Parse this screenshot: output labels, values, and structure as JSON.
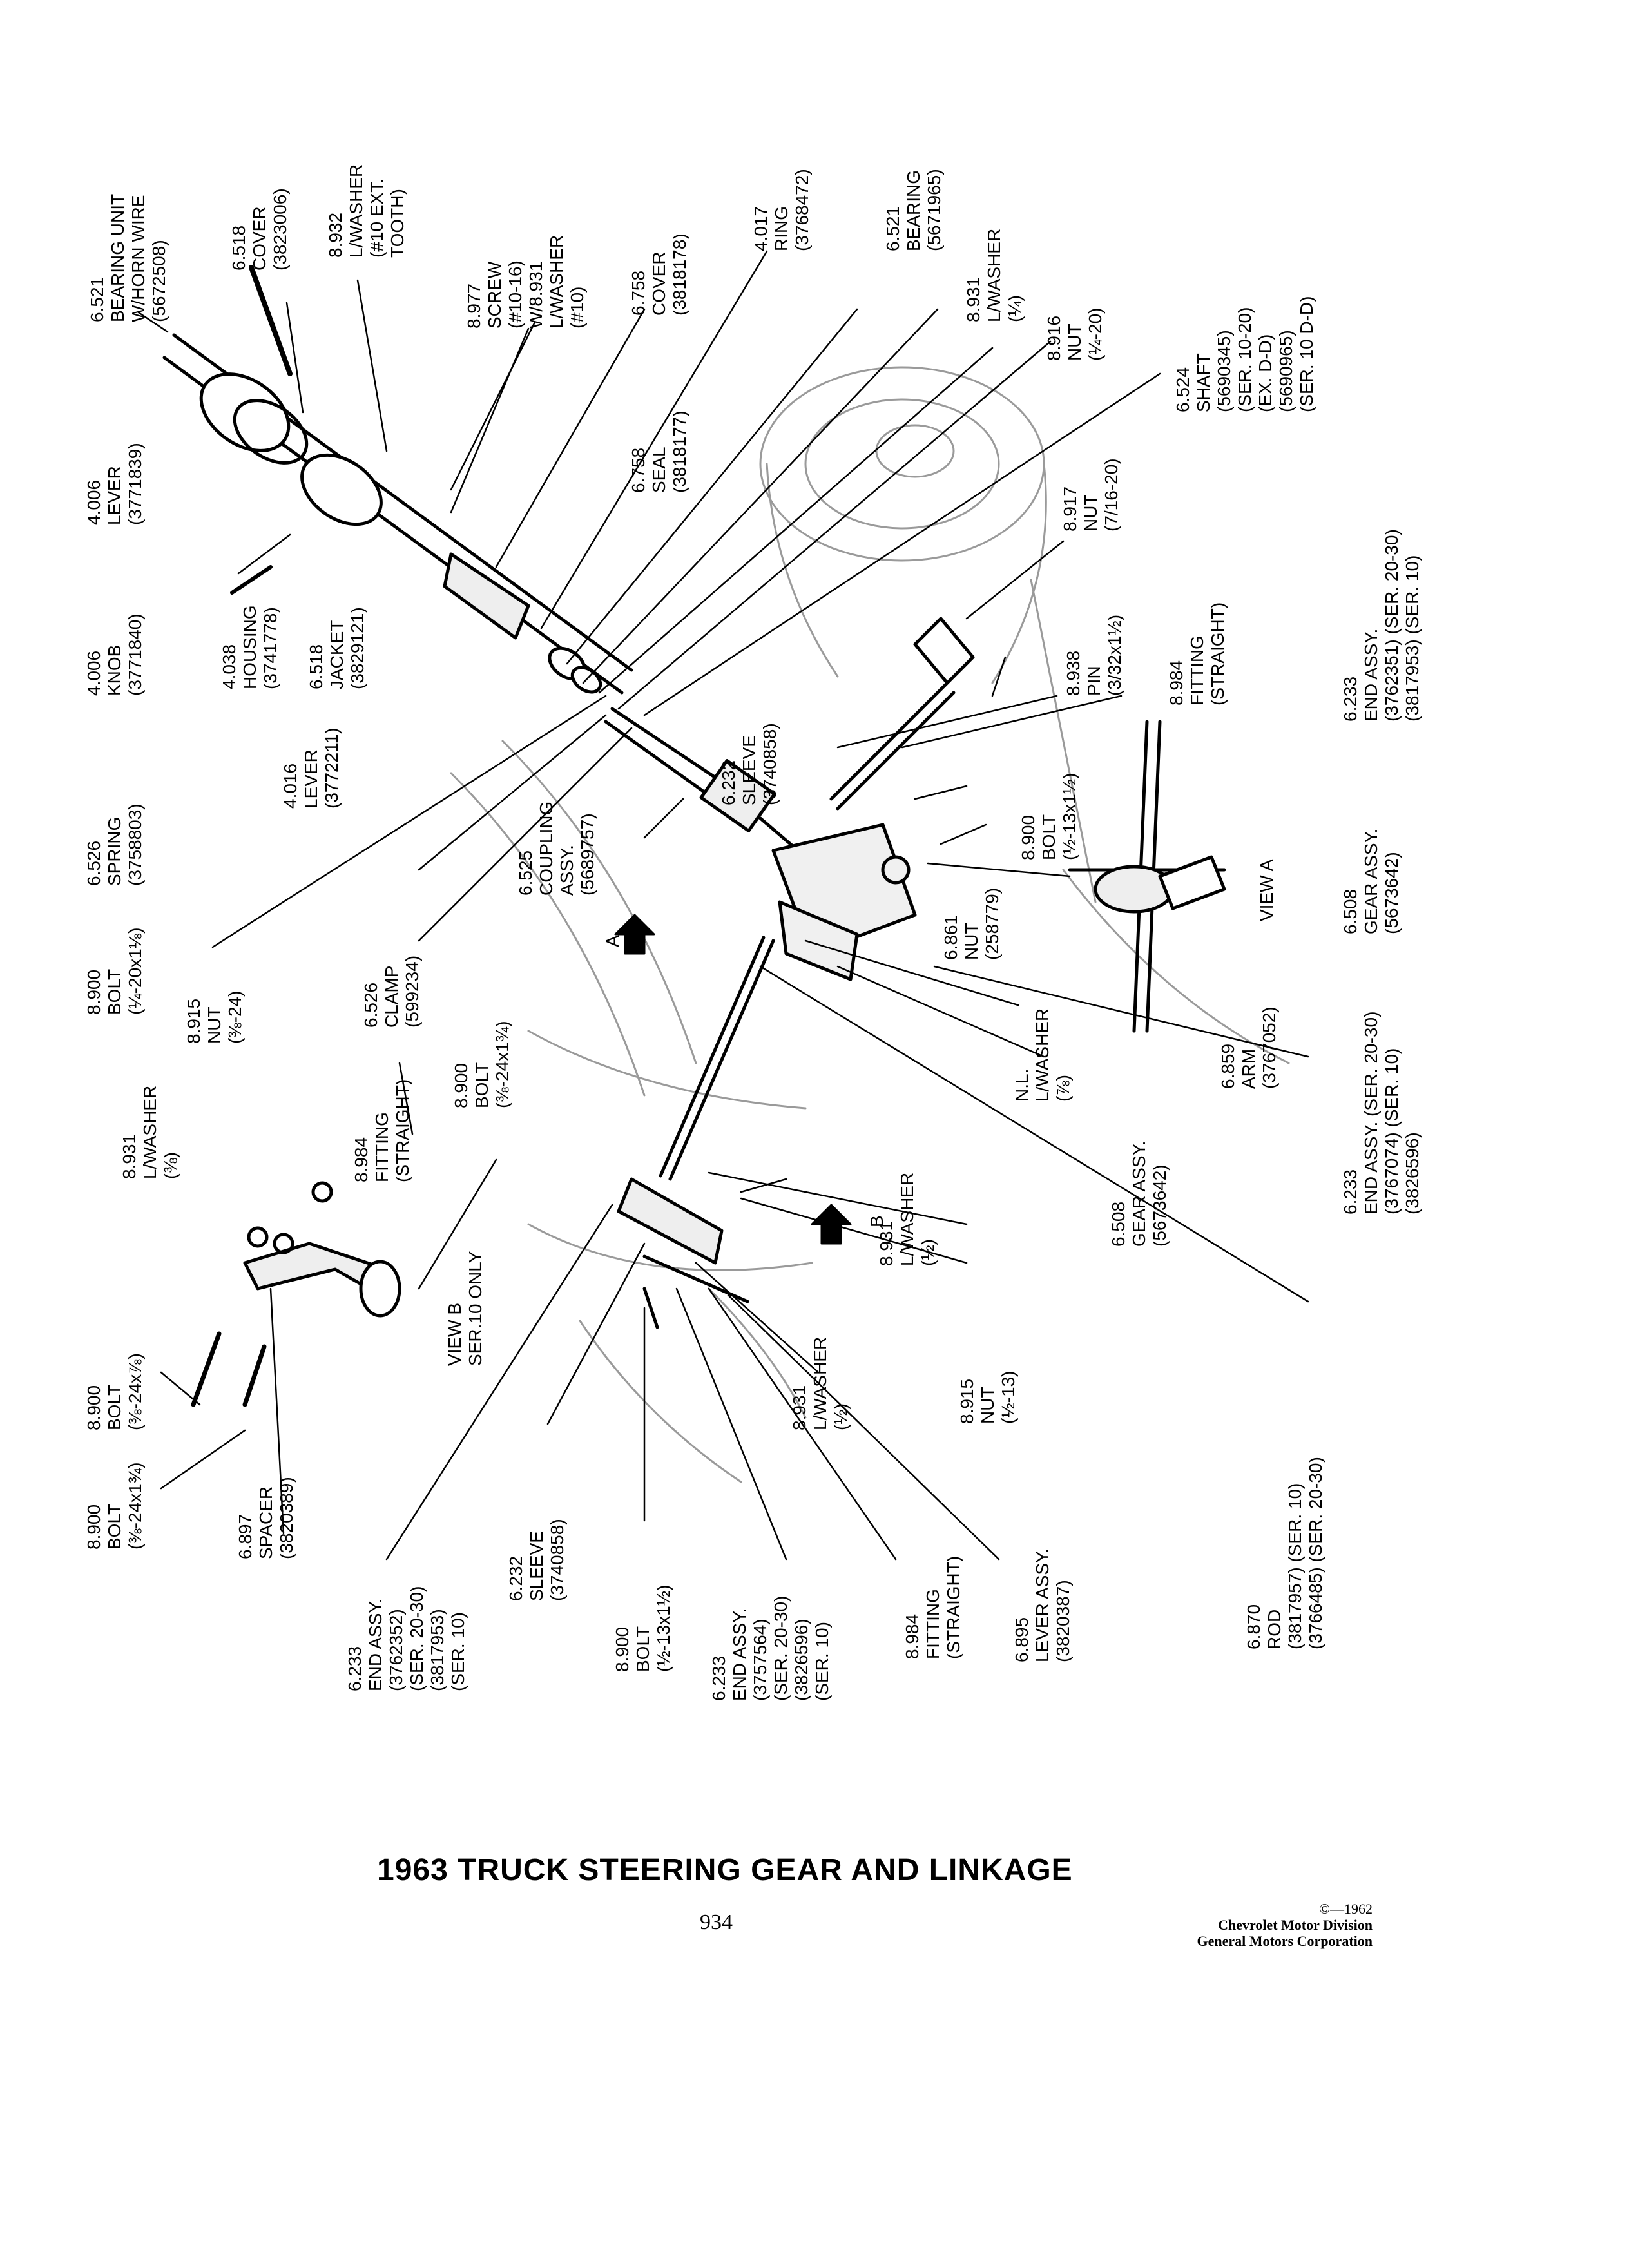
{
  "title": "1963 TRUCK STEERING GEAR AND LINKAGE",
  "page_number": "934",
  "credit": {
    "copyright": "©—1962",
    "division": "Chevrolet Motor Division",
    "corporation": "General Motors Corporation"
  },
  "arrows": {
    "view_a_letter": "A",
    "view_b_letter": "B"
  },
  "callouts": [
    {
      "id": "c01",
      "lines": [
        "6.521",
        "BEARING UNIT",
        "W/HORN WIRE",
        "(5672508)"
      ]
    },
    {
      "id": "c02",
      "lines": [
        "6.518",
        "COVER",
        "(3823006)"
      ]
    },
    {
      "id": "c03",
      "lines": [
        "8.932",
        "L/WASHER",
        "(#10 EXT.",
        "TOOTH)"
      ]
    },
    {
      "id": "c04",
      "lines": [
        "8.977",
        "SCREW",
        "(#10-16)",
        "W/8.931",
        "L/WASHER",
        "(#10)"
      ]
    },
    {
      "id": "c05",
      "lines": [
        "6.758",
        "COVER",
        "(3818178)"
      ]
    },
    {
      "id": "c06",
      "lines": [
        "6.758",
        "SEAL",
        "(3818177)"
      ]
    },
    {
      "id": "c07",
      "lines": [
        "4.017",
        "RING",
        "(3768472)"
      ]
    },
    {
      "id": "c08",
      "lines": [
        "6.521",
        "BEARING",
        "(5671965)"
      ]
    },
    {
      "id": "c09",
      "lines": [
        "8.931",
        "L/WASHER",
        "(¼)"
      ]
    },
    {
      "id": "c10",
      "lines": [
        "8.916",
        "NUT",
        "(¼-20)"
      ]
    },
    {
      "id": "c11",
      "lines": [
        "6.524",
        "SHAFT",
        "(5690345)",
        "(SER. 10-20)",
        "(EX. D-D)",
        "(5690965)",
        "(SER. 10 D-D)"
      ]
    },
    {
      "id": "c12",
      "lines": [
        "4.006",
        "LEVER",
        "(3771839)"
      ]
    },
    {
      "id": "c13",
      "lines": [
        "4.006",
        "KNOB",
        "(3771840)"
      ]
    },
    {
      "id": "c14",
      "lines": [
        "4.038",
        "HOUSING",
        "(3741778)"
      ]
    },
    {
      "id": "c15",
      "lines": [
        "6.518",
        "JACKET",
        "(3829121)"
      ]
    },
    {
      "id": "c16",
      "lines": [
        "4.016",
        "LEVER",
        "(3772211)"
      ]
    },
    {
      "id": "c17",
      "lines": [
        "6.526",
        "SPRING",
        "(3758803)"
      ]
    },
    {
      "id": "c18",
      "lines": [
        "8.900",
        "BOLT",
        "(¼-20x1⅛)"
      ]
    },
    {
      "id": "c19",
      "lines": [
        "6.525",
        "COUPLING",
        "ASSY.",
        "(5689757)"
      ]
    },
    {
      "id": "c20",
      "lines": [
        "6.526",
        "CLAMP",
        "(599234)"
      ]
    },
    {
      "id": "c21",
      "lines": [
        "6.232",
        "SLEEVE",
        "(3740858)"
      ]
    },
    {
      "id": "c22",
      "lines": [
        "8.917",
        "NUT",
        "(7/16-20)"
      ]
    },
    {
      "id": "c23",
      "lines": [
        "8.938",
        "PIN",
        "(3/32x1½)"
      ]
    },
    {
      "id": "c24",
      "lines": [
        "8.984",
        "FITTING",
        "(STRAIGHT)"
      ]
    },
    {
      "id": "c25",
      "lines": [
        "8.900",
        "BOLT",
        "(½-13x1½)"
      ]
    },
    {
      "id": "c26",
      "lines": [
        "6.233",
        "END ASSY.",
        "(3762351) (SER. 20-30)",
        "(3817953) (SER. 10)"
      ]
    },
    {
      "id": "c27",
      "lines": [
        "6.508",
        "GEAR ASSY.",
        "(5673642)"
      ]
    },
    {
      "id": "c28",
      "lines": [
        "VIEW A"
      ]
    },
    {
      "id": "c29",
      "lines": [
        "6.861",
        "NUT",
        "(258779)"
      ]
    },
    {
      "id": "c30",
      "lines": [
        "N.L.",
        "L/WASHER",
        "(⅞)"
      ]
    },
    {
      "id": "c31",
      "lines": [
        "6.859",
        "ARM",
        "(3767052)"
      ]
    },
    {
      "id": "c32",
      "lines": [
        "6.233",
        "END ASSY. (SER. 20-30)",
        "(3767074) (SER. 10)",
        "(3826596)"
      ]
    },
    {
      "id": "c33",
      "lines": [
        "6.508",
        "GEAR ASSY.",
        "(5673642)"
      ]
    },
    {
      "id": "c34",
      "lines": [
        "8.931",
        "L/WASHER",
        "(½)"
      ]
    },
    {
      "id": "c35",
      "lines": [
        "8.900",
        "BOLT",
        "(⅜-24x1¾)"
      ]
    },
    {
      "id": "c36",
      "lines": [
        "8.915",
        "NUT",
        "(⅜-24)"
      ]
    },
    {
      "id": "c37",
      "lines": [
        "8.931",
        "L/WASHER",
        "(⅜)"
      ]
    },
    {
      "id": "c38",
      "lines": [
        "8.984",
        "FITTING",
        "(STRAIGHT)"
      ]
    },
    {
      "id": "c39",
      "lines": [
        "VIEW B",
        "SER.10 ONLY"
      ]
    },
    {
      "id": "c40",
      "lines": [
        "8.900",
        "BOLT",
        "(⅜-24x⅞)"
      ]
    },
    {
      "id": "c41",
      "lines": [
        "8.900",
        "BOLT",
        "(⅜-24x1¾)"
      ]
    },
    {
      "id": "c42",
      "lines": [
        "6.897",
        "SPACER",
        "(3820389)"
      ]
    },
    {
      "id": "c43",
      "lines": [
        "6.233",
        "END ASSY.",
        "(3762352)",
        "(SER. 20-30)",
        "(3817953)",
        "(SER. 10)"
      ]
    },
    {
      "id": "c44",
      "lines": [
        "6.232",
        "SLEEVE",
        "(3740858)"
      ]
    },
    {
      "id": "c45",
      "lines": [
        "8.900",
        "BOLT",
        "(½-13x1½)"
      ]
    },
    {
      "id": "c46",
      "lines": [
        "6.233",
        "END ASSY.",
        "(3757564)",
        "(SER. 20-30)",
        "(3826596)",
        "(SER. 10)"
      ]
    },
    {
      "id": "c47",
      "lines": [
        "8.984",
        "FITTING",
        "(STRAIGHT)"
      ]
    },
    {
      "id": "c48",
      "lines": [
        "6.895",
        "LEVER ASSY.",
        "(3820387)"
      ]
    },
    {
      "id": "c49",
      "lines": [
        "8.931",
        "L/WASHER",
        "(½)"
      ]
    },
    {
      "id": "c50",
      "lines": [
        "8.915",
        "NUT",
        "(½-13)"
      ]
    },
    {
      "id": "c51",
      "lines": [
        "6.870",
        "ROD",
        "(3817957) (SER. 10)",
        "(3766485) (SER. 20-30)"
      ]
    }
  ]
}
